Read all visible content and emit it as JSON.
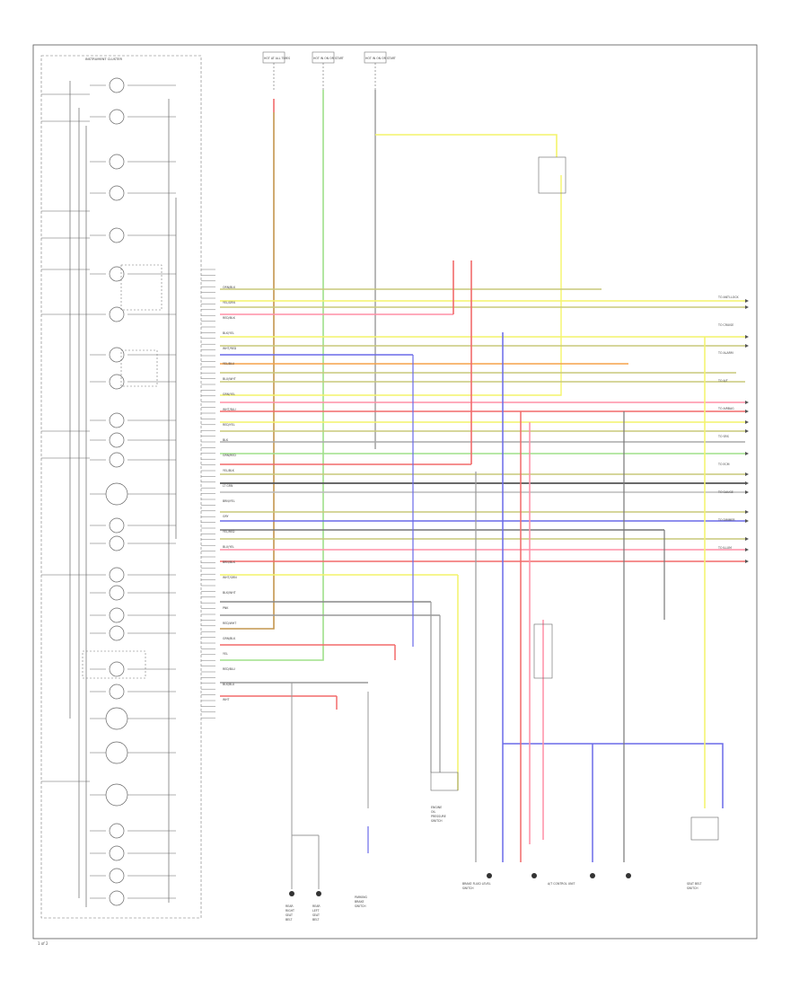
{
  "diagram": {
    "title": "INSTRUMENT CLUSTER",
    "page_number": "1 of 2",
    "colors": {
      "red": "#f26a6a",
      "pink": "#ff8fa6",
      "yellow": "#f4f46a",
      "green": "#9fe08a",
      "blue": "#6a6ae8",
      "orange": "#f5a24a",
      "olive": "#c8c87a",
      "gray": "#9a9a9a",
      "dark": "#333333",
      "brown": "#c4964e"
    },
    "connector_labels": [
      "ORN/BLK",
      "YEL/GRN",
      "RED/BLK",
      "BLK/YEL",
      "WHT/RED",
      "YEL/BLU",
      "BLU/WHT",
      "GRN/YEL",
      "WHT/BLU",
      "RED/YEL",
      "BLK",
      "GRN/RED",
      "YEL/BLK",
      "LT GRN",
      "BRN/YEL",
      "GRY",
      "YEL/RED",
      "BLU/YEL",
      "BRN/BLK",
      "WHT/GRN",
      "BLK/WHT",
      "PNK",
      "RED/WHT",
      "GRN/BLK",
      "YEL",
      "RED/BLU",
      "BLK/BLU",
      "WHT"
    ],
    "fuse_labels": [
      "HOT AT ALL TIMES",
      "HOT IN ON OR START",
      "HOT IN ON OR START"
    ],
    "right_labels": [
      "TO ANTI-LOCK",
      "TO CRUISE",
      "TO ALARM",
      "TO A/T",
      "TO AIRBAG",
      "TO SRS",
      "TO ECM",
      "TO GAUGE",
      "TO DIMMER",
      "TO ILLUM"
    ],
    "bottom_labels": [
      "REAR\nRIGHT\nSEAT\nBELT",
      "REAR\nLEFT\nSEAT\nBELT",
      "PARKING\nBRAKE\nSWITCH",
      "ENGINE\nOIL\nPRESSURE\nSWITCH",
      "BRAKE FLUID LEVEL\nSWITCH",
      "A/T CONTROL UNIT",
      "SEAT BELT\nSWITCH"
    ]
  }
}
